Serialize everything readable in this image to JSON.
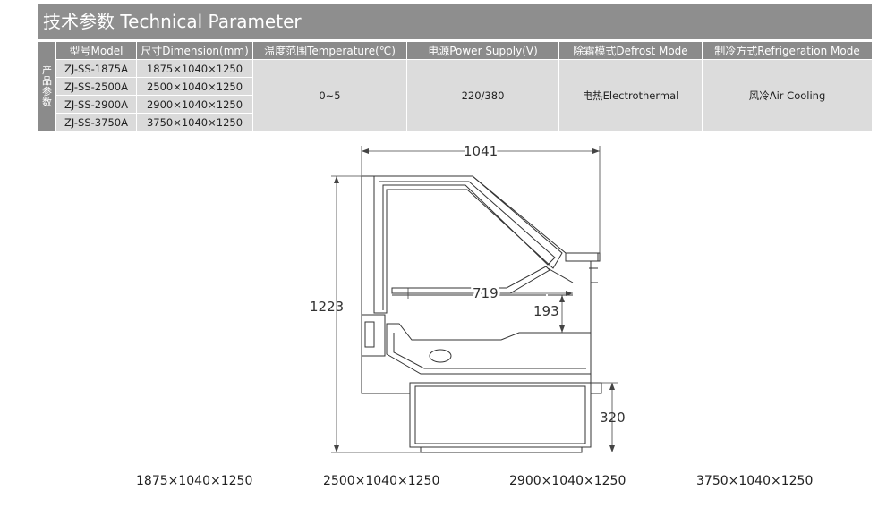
{
  "header": {
    "title": "技术参数 Technical Parameter"
  },
  "table": {
    "side_label": "产品参数",
    "headers": {
      "model": "型号Model",
      "dimension": "尺寸Dimension(mm)",
      "temperature": "温度范围Temperature(℃)",
      "power": "电源Power Supply(V)",
      "defrost": "除霜模式Defrost Mode",
      "refrigeration": "制冷方式Refrigeration Mode"
    },
    "rows": [
      {
        "model": "ZJ-SS-1875A",
        "dimension": "1875×1040×1250"
      },
      {
        "model": "ZJ-SS-2500A",
        "dimension": "2500×1040×1250"
      },
      {
        "model": "ZJ-SS-2900A",
        "dimension": "2900×1040×1250"
      },
      {
        "model": "ZJ-SS-3750A",
        "dimension": "3750×1040×1250"
      }
    ],
    "temperature": "0~5",
    "power": "220/380",
    "defrost": "电热Electrothermal",
    "refrigeration": "风冷Air Cooling"
  },
  "drawing": {
    "dim_width": "1041",
    "dim_height": "1223",
    "dim_depth_inner": "719",
    "dim_shelf": "193",
    "dim_base": "320"
  },
  "bottom_labels": [
    "1875×1040×1250",
    "2500×1040×1250",
    "2900×1040×1250",
    "3750×1040×1250"
  ]
}
